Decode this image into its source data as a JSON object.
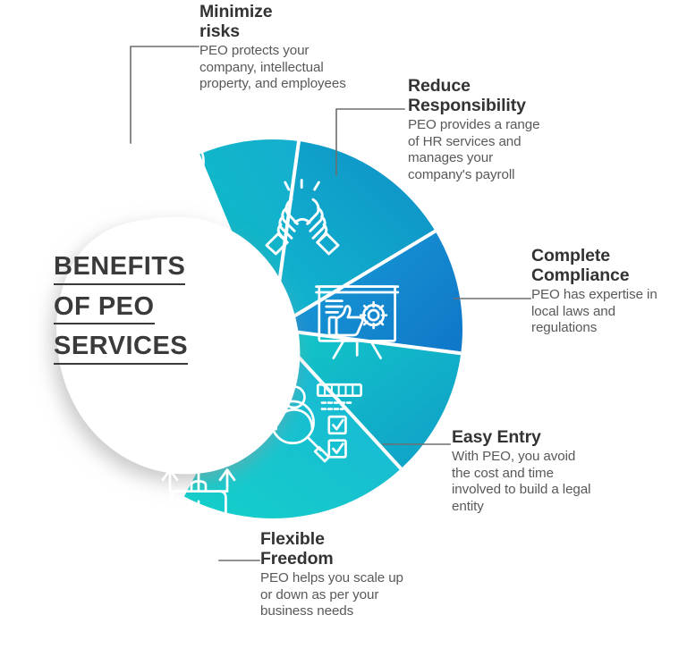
{
  "infographic": {
    "center": {
      "title_lines": [
        "BENEFITS",
        "OF PEO",
        "SERVICES"
      ]
    },
    "colors": {
      "teal": "#0ec6bd",
      "turquoise": "#10d9c6",
      "mid_blue": "#1597d4",
      "blue": "#0e7cc9",
      "deep_blue": "#0b63bd",
      "text_dark": "#333333",
      "text_body": "#58595b",
      "connector": "#6d6e71",
      "white": "#ffffff"
    },
    "segments": [
      {
        "id": "minimize-risks",
        "title": "Minimize\nrisks",
        "title_lines": [
          "Minimize",
          "risks"
        ],
        "body": "PEO protects your company, intellectual property, and employees",
        "body_lines": [
          "PEO protects your",
          "company, intellectual",
          "property, and employees"
        ],
        "icon": "magnifier-warning-icon",
        "fill_start": "#0ec6bd",
        "fill_end": "#19a9d6"
      },
      {
        "id": "reduce-responsibility",
        "title_lines": [
          "Reduce",
          "Responsibility"
        ],
        "body_lines": [
          "PEO provides a range",
          "of HR services and",
          "manages your",
          "company's payroll"
        ],
        "icon": "handshake-icon",
        "fill_start": "#15b5d2",
        "fill_end": "#0b63bd"
      },
      {
        "id": "complete-compliance",
        "title_lines": [
          "Complete",
          "Compliance"
        ],
        "body_lines": [
          "PEO has expertise in",
          "local laws and",
          "regulations"
        ],
        "icon": "presentation-gear-thumbsup-icon",
        "fill_start": "#1ba6dc",
        "fill_end": "#0a62bf"
      },
      {
        "id": "easy-entry",
        "title_lines": [
          "Easy Entry"
        ],
        "body_lines": [
          "With PEO, you avoid",
          "the cost and time",
          "involved to build a legal",
          "entity"
        ],
        "icon": "person-checklist-magnifier-icon",
        "fill_start": "#13c5c9",
        "fill_end": "#0e74c6"
      },
      {
        "id": "flexible-freedom",
        "title_lines": [
          "Flexible",
          "Freedom"
        ],
        "body_lines": [
          "PEO helps you scale up",
          "or down as per your",
          "business needs"
        ],
        "icon": "briefcase-growth-arrows-icon",
        "fill_start": "#10dac5",
        "fill_end": "#1aa9d9"
      }
    ]
  }
}
